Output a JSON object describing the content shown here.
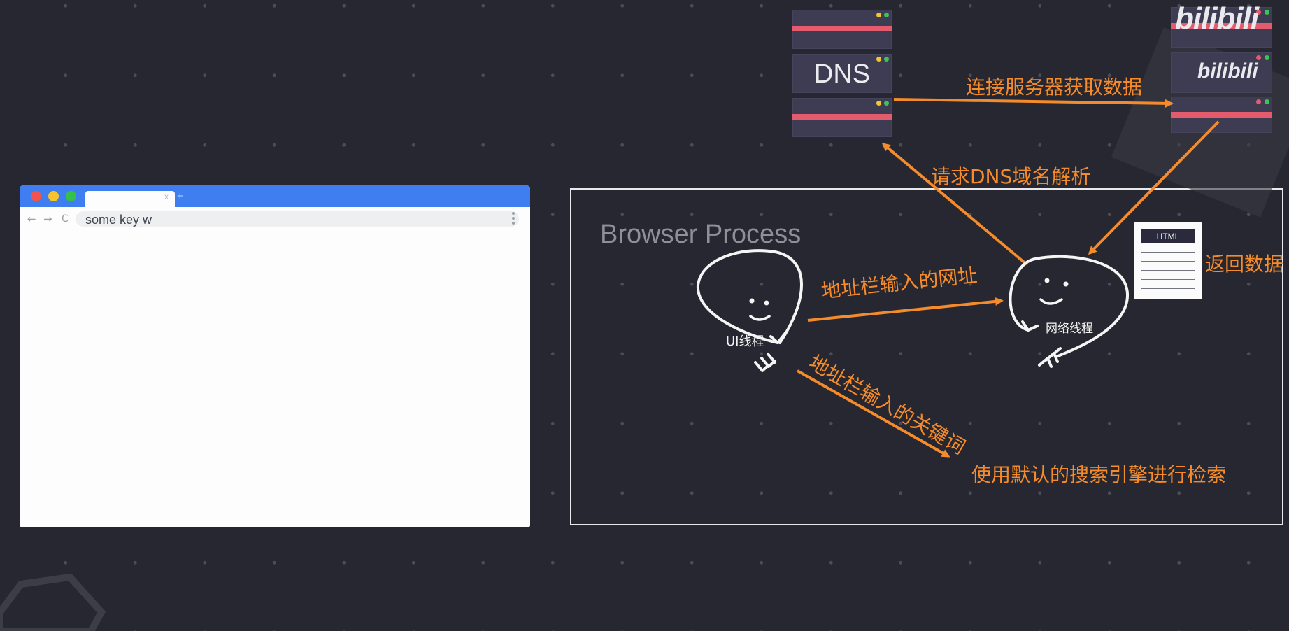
{
  "browser": {
    "tab_close": "x",
    "tab_add": "+",
    "back_glyph": "←",
    "forward_glyph": "→",
    "reload_glyph": "C",
    "address_text": "some key w",
    "traffic_light_colors": [
      "#f0544e",
      "#f6c42e",
      "#35c148"
    ]
  },
  "process": {
    "title": "Browser Process"
  },
  "servers": {
    "dns_label": "DNS",
    "site_logo": "bilibili"
  },
  "threads": {
    "ui": "UI线程",
    "network": "网络线程"
  },
  "document": {
    "label": "HTML"
  },
  "flows": {
    "connect_server": "连接服务器获取数据",
    "dns_lookup": "请求DNS域名解析",
    "return_data": "返回数据",
    "url_input": "地址栏输入的网址",
    "keyword_input": "地址栏输入的关键词",
    "search_engine": "使用默认的搜索引擎进行检索"
  },
  "colors": {
    "background": "#262730",
    "accent": "#f58b2a",
    "browser_bar": "#3f7ef0",
    "server_stripe": "#e35b6d"
  }
}
